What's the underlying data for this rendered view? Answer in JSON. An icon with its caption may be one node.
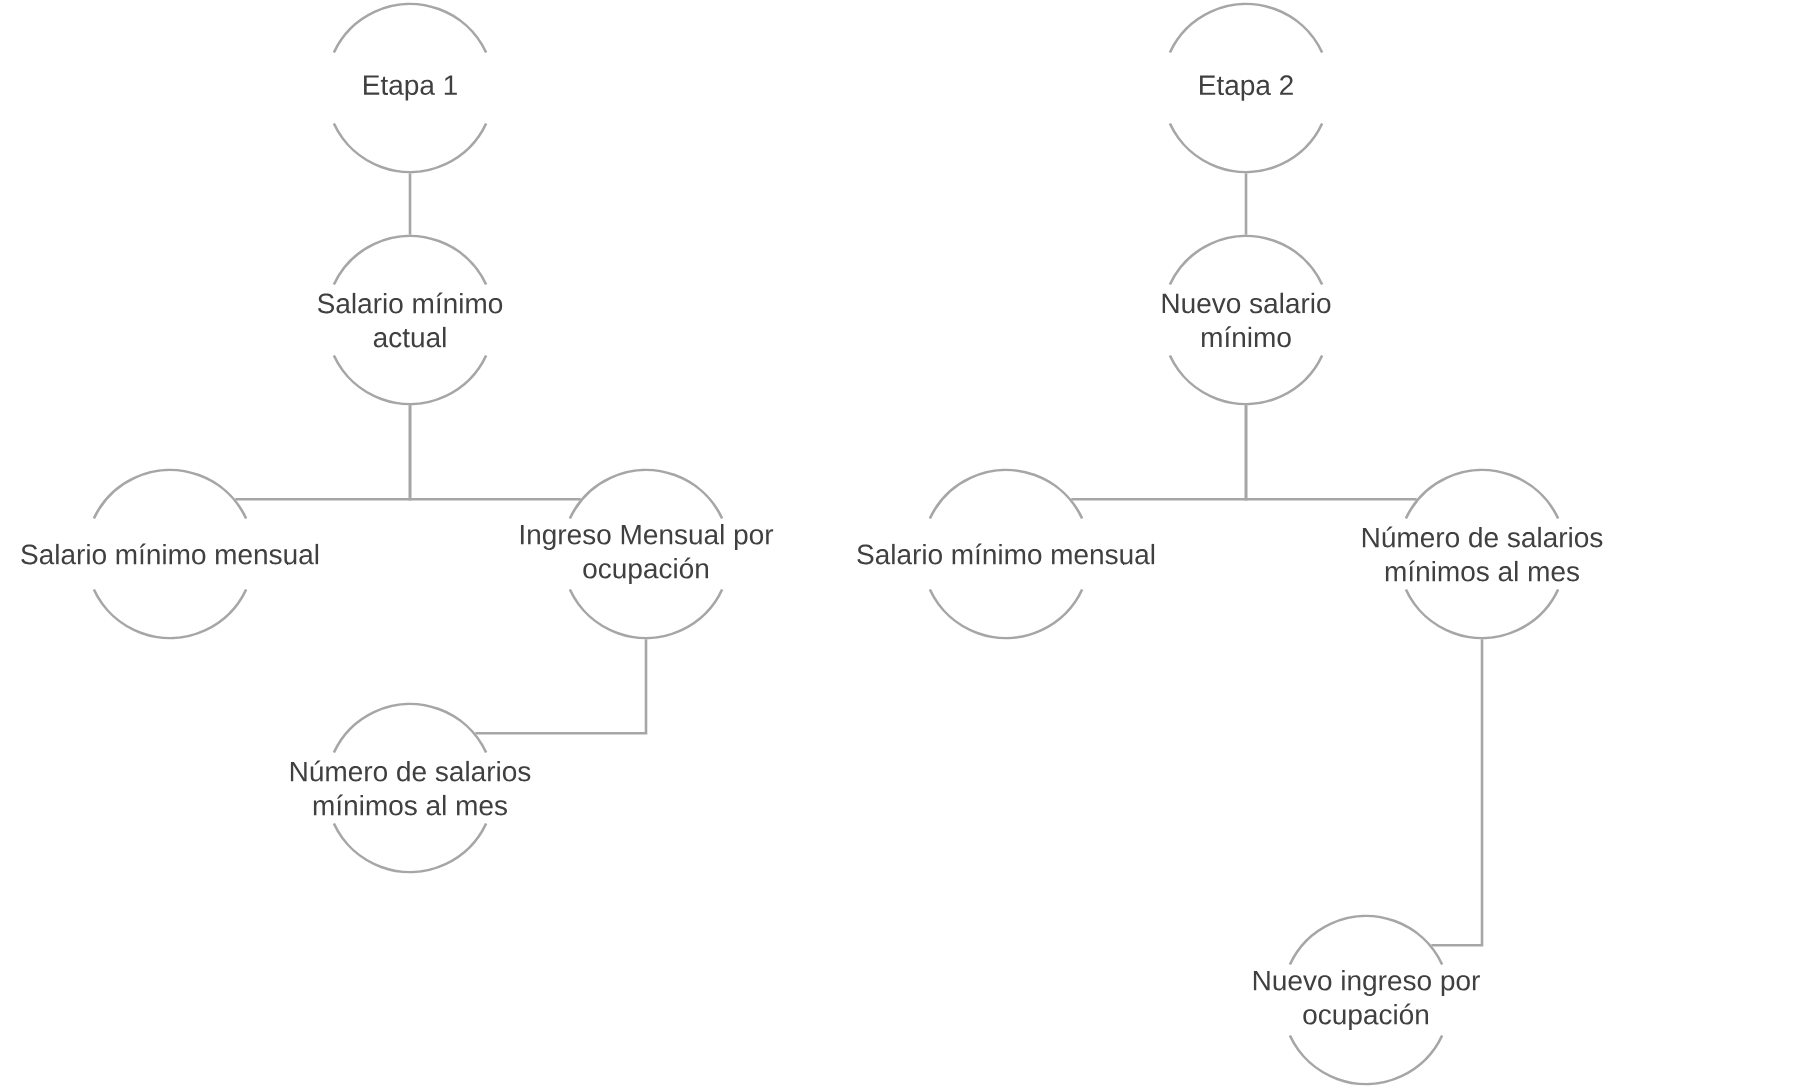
{
  "diagram": {
    "nodes": [
      {
        "text": [
          "Etapa 1"
        ]
      },
      {
        "text": [
          "Salario mínimo actual"
        ]
      },
      {
        "text": [
          "Salario mínimo mensual"
        ]
      },
      {
        "text": [
          "Ingreso Mensual por ocupación"
        ]
      },
      {
        "text": [
          "Número de salarios mínimos al mes"
        ]
      },
      {
        "text": [
          "Etapa 2"
        ]
      },
      {
        "text": [
          "Nuevo salario mínimo"
        ]
      },
      {
        "text": [
          "Salario mínimo mensual"
        ]
      },
      {
        "text": [
          "Número de salarios mínimos al mes"
        ]
      },
      {
        "text": [
          "Nuevo ingreso por ocupación"
        ]
      }
    ],
    "edges": [
      {
        "from": 0,
        "to": 1,
        "arrow": "none"
      },
      {
        "from": 1,
        "to": 2,
        "arrow": "none"
      },
      {
        "from": 1,
        "to": 3,
        "arrow": "none"
      },
      {
        "from": 3,
        "to": 4,
        "arrow": "none"
      },
      {
        "from": 5,
        "to": 6,
        "arrow": "none"
      },
      {
        "from": 6,
        "to": 7,
        "arrow": "none"
      },
      {
        "from": 6,
        "to": 8,
        "arrow": "none"
      },
      {
        "from": 8,
        "to": 9,
        "arrow": "none"
      }
    ]
  }
}
